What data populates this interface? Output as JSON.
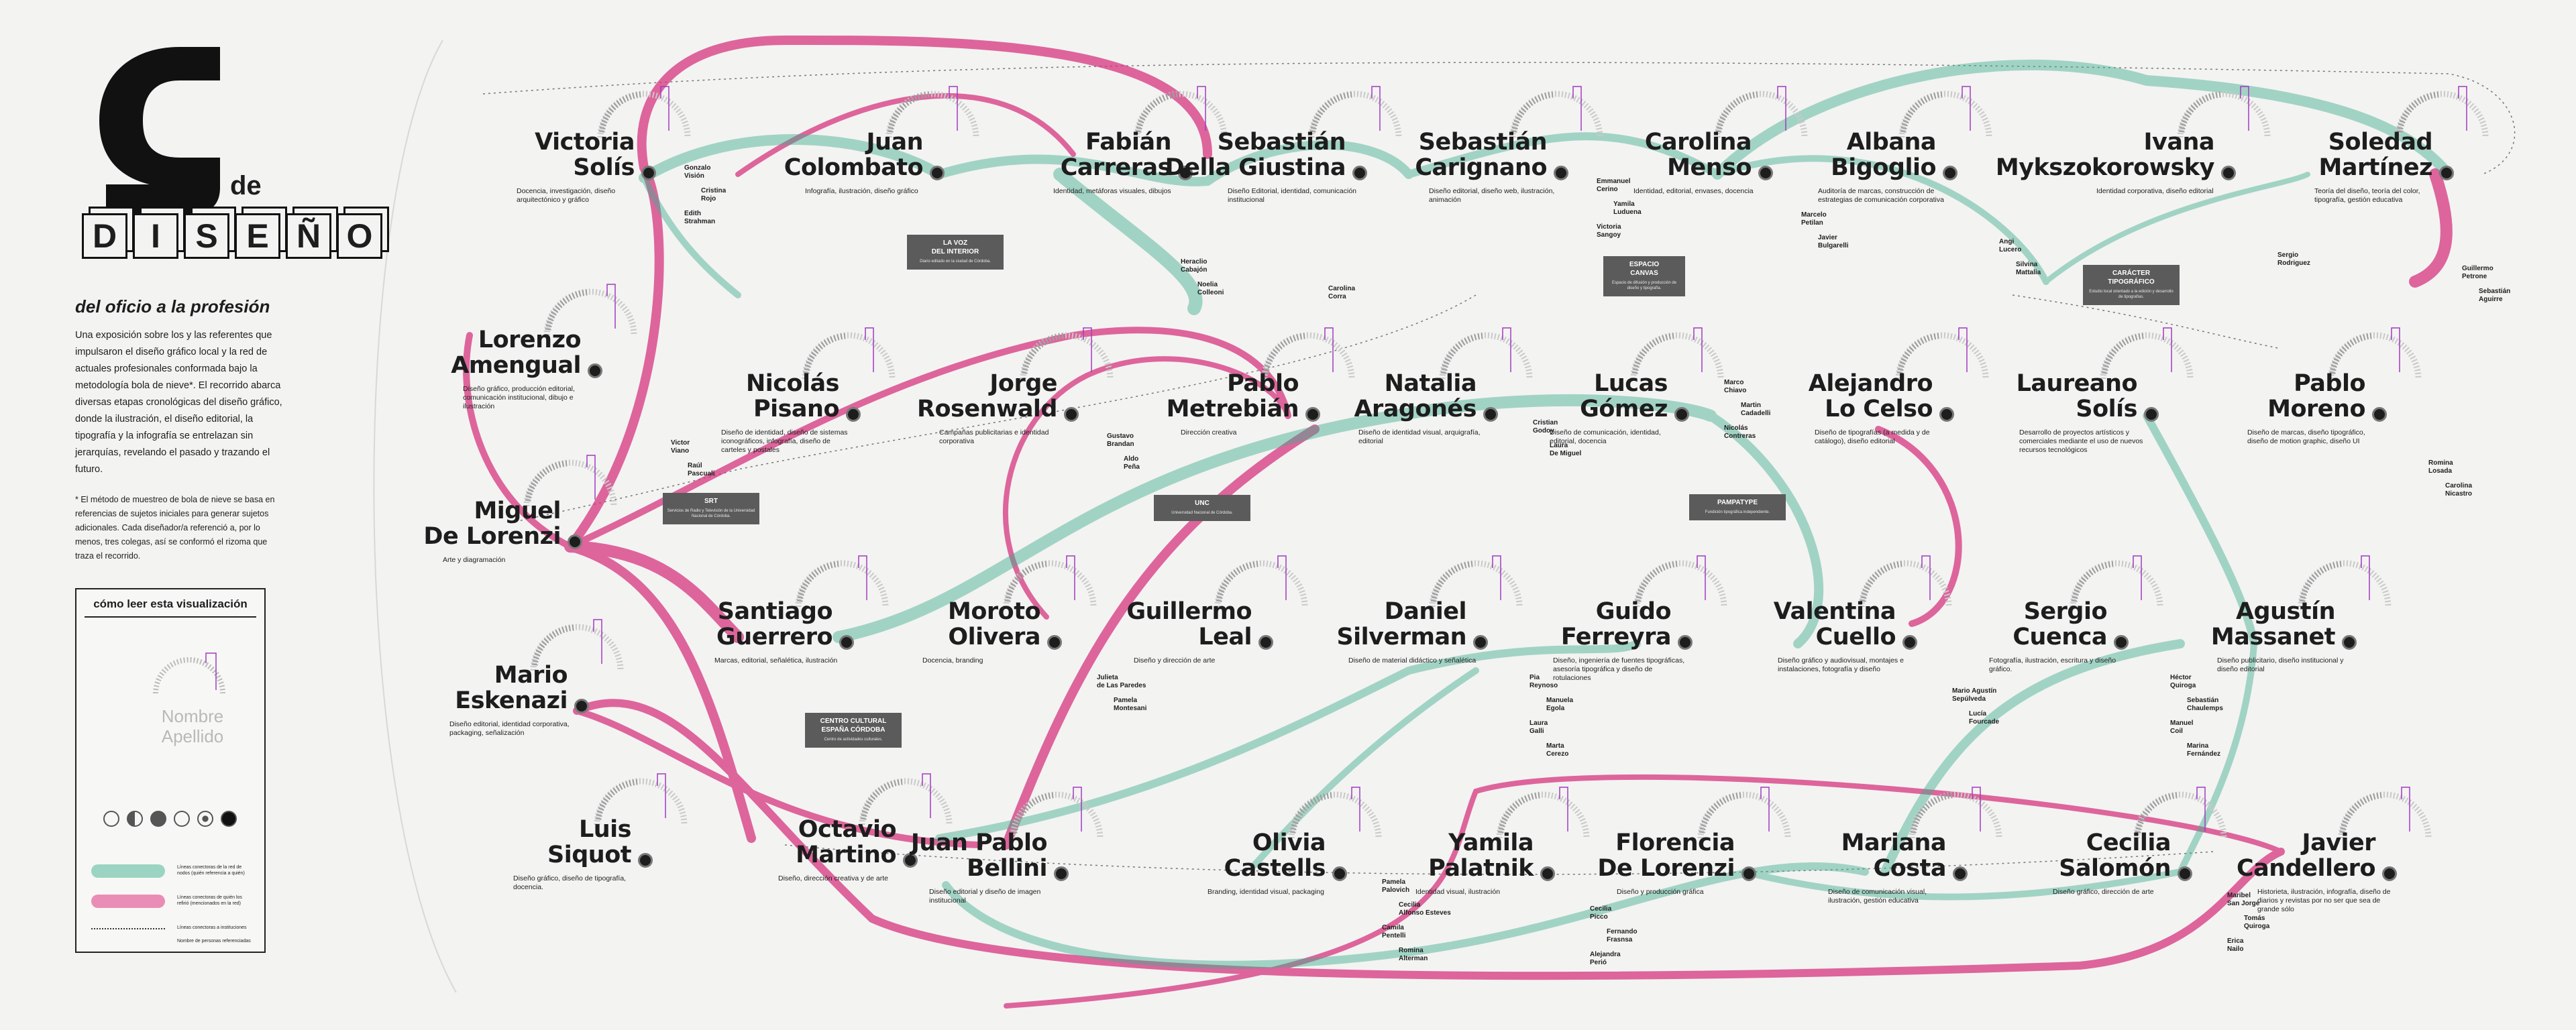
{
  "title": {
    "big_letter": "g",
    "de": "de",
    "word": [
      "D",
      "I",
      "S",
      "E",
      "Ñ",
      "O"
    ],
    "subtitle": "del oficio a la profesión"
  },
  "intro": "Una exposición sobre los y las referentes que impulsaron el diseño gráfico local y la red de actuales profesionales conformada bajo la metodología bola de nieve*. El recorrido abarca diversas etapas cronológicas del diseño gráfico, donde la ilustración, el diseño editorial, la tipografía y la infografía se entrelazan sin jerarquías, revelando el pasado y trazando el futuro.",
  "note": "* El método de muestreo de bola de nieve se basa en referencias de sujetos iniciales para generar sujetos adicionales. Cada diseñador/a referenció a, por lo menos, tres colegas, así se conformó el rizoma que traza el recorrido.",
  "legend": {
    "title": "cómo leer esta visualización",
    "name_line1": "Nombre",
    "name_line2": "Apellido",
    "items": [
      "Líneas conectoras de la red de nodos (quién referencia a quién)",
      "Líneas conectoras de quién los refirió (mencionados en la red)",
      "Líneas conectoras a instituciones",
      "Nombre de personas referenciadas"
    ]
  },
  "colors": {
    "green": "#3fae8d",
    "pink": "#d6367f",
    "dark": "#1d1d1d",
    "inst": "#5b5b5b"
  },
  "people": [
    {
      "name": "Victoria\nSolís",
      "role": "Docencia, investigación, diseño arquitectónico y gráfico"
    },
    {
      "name": "Juan\nColombato",
      "role": "Infografía, ilustración, diseño gráfico"
    },
    {
      "name": "Fabián\nCarreras",
      "role": "Identidad, metáforas visuales, dibujos"
    },
    {
      "name": "Sebastián\nDella Giustina",
      "role": "Diseño Editorial, identidad, comunicación institucional"
    },
    {
      "name": "Sebastián\nCarignano",
      "role": "Diseño editorial, diseño web, ilustración, animación"
    },
    {
      "name": "Carolina\nMenso",
      "role": "Identidad, editorial, envases, docencia"
    },
    {
      "name": "Albana\nBigoglio",
      "role": "Auditoría de marcas, construcción de estrategias de comunicación corporativa"
    },
    {
      "name": "Ivana\nMykszokorowsky",
      "role": "Identidad corporativa, diseño editorial"
    },
    {
      "name": "Soledad\nMartínez",
      "role": "Teoría del diseño, teoría del color, tipografía, gestión educativa"
    },
    {
      "name": "Lorenzo\nAmengual",
      "role": "Diseño gráfico, producción editorial, comunicación institucional, dibujo e ilustración"
    },
    {
      "name": "Nicolás\nPisano",
      "role": "Diseño de identidad, diseño de sistemas iconográficos, infografía, diseño de carteles y postales"
    },
    {
      "name": "Jorge\nRosenwald",
      "role": "Campañas publicitarias e identidad corporativa"
    },
    {
      "name": "Pablo\nMetrebián",
      "role": "Dirección creativa"
    },
    {
      "name": "Natalia\nAragonés",
      "role": "Diseño de identidad visual, arquigrafía, editorial"
    },
    {
      "name": "Lucas\nGómez",
      "role": "Diseño de comunicación, identidad, editorial, docencia"
    },
    {
      "name": "Alejandro\nLo Celso",
      "role": "Diseño de tipografías (a medida y de catálogo), diseño editorial"
    },
    {
      "name": "Laureano\nSolís",
      "role": "Desarrollo de proyectos artísticos y comerciales mediante el uso de nuevos recursos tecnológicos"
    },
    {
      "name": "Pablo\nMoreno",
      "role": "Diseño de marcas, diseño tipográfico, diseño de motion graphic, diseño UI"
    },
    {
      "name": "Miguel\nDe Lorenzi",
      "role": "Arte y diagramación"
    },
    {
      "name": "Santiago\nGuerrero",
      "role": "Marcas, editorial, señalética, ilustración"
    },
    {
      "name": "Moroto\nOlivera",
      "role": "Docencia, branding"
    },
    {
      "name": "Guillermo\nLeal",
      "role": "Diseño y dirección de arte"
    },
    {
      "name": "Daniel\nSilverman",
      "role": "Diseño de material didáctico y señalética"
    },
    {
      "name": "Guido\nFerreyra",
      "role": "Diseño, ingeniería de fuentes tipográficas, asesoría tipográfica y diseño de rotulaciones"
    },
    {
      "name": "Valentina\nCuello",
      "role": "Diseño gráfico y audiovisual, montajes e instalaciones, fotografía y diseño"
    },
    {
      "name": "Sergio\nCuenca",
      "role": "Fotografía, ilustración, escritura y diseño gráfico."
    },
    {
      "name": "Agustín\nMassanet",
      "role": "Diseño publicitario, diseño institucional y diseño editorial"
    },
    {
      "name": "Mario\nEskenazi",
      "role": "Diseño editorial, identidad corporativa, packaging, señalización"
    },
    {
      "name": "Luis\nSiquot",
      "role": "Diseño gráfico, diseño de tipografía, docencia."
    },
    {
      "name": "Octavio\nMartino",
      "role": "Diseño, dirección creativa y de arte"
    },
    {
      "name": "Juan Pablo\nBellini",
      "role": "Diseño editorial y diseño de imagen institucional"
    },
    {
      "name": "Olivia\nCastells",
      "role": "Branding, identidad visual, packaging"
    },
    {
      "name": "Yamila\nPalatnik",
      "role": "Identidad visual, ilustración"
    },
    {
      "name": "Florencia\nDe Lorenzi",
      "role": "Diseño y producción gráfica"
    },
    {
      "name": "Mariana\nCosta",
      "role": "Diseño de comunicación visual, ilustración, gestión educativa"
    },
    {
      "name": "Cecilia\nSalomón",
      "role": "Diseño gráfico, dirección de arte"
    },
    {
      "name": "Javier\nCandellero",
      "role": "Historieta, ilustración, infografía, diseño de diarios y revistas por no ser que sea de grande sólo"
    }
  ],
  "institutions": [
    {
      "title": "LA VOZ\nDEL INTERIOR",
      "desc": "Diario editado en la ciudad de Córdoba."
    },
    {
      "title": "ESPACIO\nCANVAS",
      "desc": "Espacio de difusión y producción de diseño y tipografía."
    },
    {
      "title": "CARÁCTER\nTIPOGRÁFICO",
      "desc": "Estudio local orientado a la edición y desarrollo de tipografías."
    },
    {
      "title": "SRT",
      "desc": "Servicios de Radio y Televisión de la Universidad Nacional de Córdoba."
    },
    {
      "title": "UNC",
      "desc": "Universidad Nacional de Córdoba."
    },
    {
      "title": "PAMPATYPE",
      "desc": "Fundición tipográfica independiente."
    },
    {
      "title": "CENTRO CULTURAL\nESPAÑA CÓRDOBA",
      "desc": "Centro de actividades culturales."
    }
  ],
  "refs": [
    [
      "Gonzalo\nVisión",
      "Cristina\nRojo",
      "Edith\nStrahman"
    ],
    [
      "Heraclio\nCabajón",
      "Noelia\nColleoni"
    ],
    [
      "Carolina\nCorra"
    ],
    [
      "Emmanuel\nCerino",
      "Yamila\nLuduena",
      "Victoria\nSangoy"
    ],
    [
      "Marcelo\nPetilan",
      "Javier\nBulgarelli"
    ],
    [
      "Angi\nLucero",
      "Silvina\nMattalia"
    ],
    [
      "Sergio\nRodriguez"
    ],
    [
      "Guillermo\nPetrone",
      "Sebastián\nAguirre"
    ],
    [
      "Victor\nViano",
      "Raúl\nPascuali"
    ],
    [
      "Gustavo\nBrandan",
      "Aldo\nPeña"
    ],
    [
      "Cristian\nGodoy",
      "Laura\nDe Miguel"
    ],
    [
      "Marco\nChiavo",
      "Martin\nCadadelli",
      "Nicolás\nContreras"
    ],
    [
      "Romina\nLosada",
      "Carolina\nNicastro"
    ],
    [
      "Julieta\nde Las Paredes",
      "Pamela\nMontesani"
    ],
    [
      "Pia\nReynoso",
      "Manuela\nEgola",
      "Laura\nGalli",
      "Marta\nCerezo"
    ],
    [
      "Mario Agustín\nSepúlveda",
      "Lucía\nFourcade"
    ],
    [
      "Héctor\nQuiroga",
      "Sebastián\nChaulemps",
      "Manuel\nCoil",
      "Marina\nFernández"
    ],
    [
      "Pamela\nPalovich",
      "Cecilia\nAlfonso Esteves",
      "Camila\nPentelli",
      "Romina\nAlterman"
    ],
    [
      "Cecilia\nPicco",
      "Fernando\nFrasnsa",
      "Alejandra\nPerió"
    ],
    [
      "Maribel\nSan Jorge",
      "Tomás\nQuiroga",
      "Erica\nNailo"
    ]
  ]
}
